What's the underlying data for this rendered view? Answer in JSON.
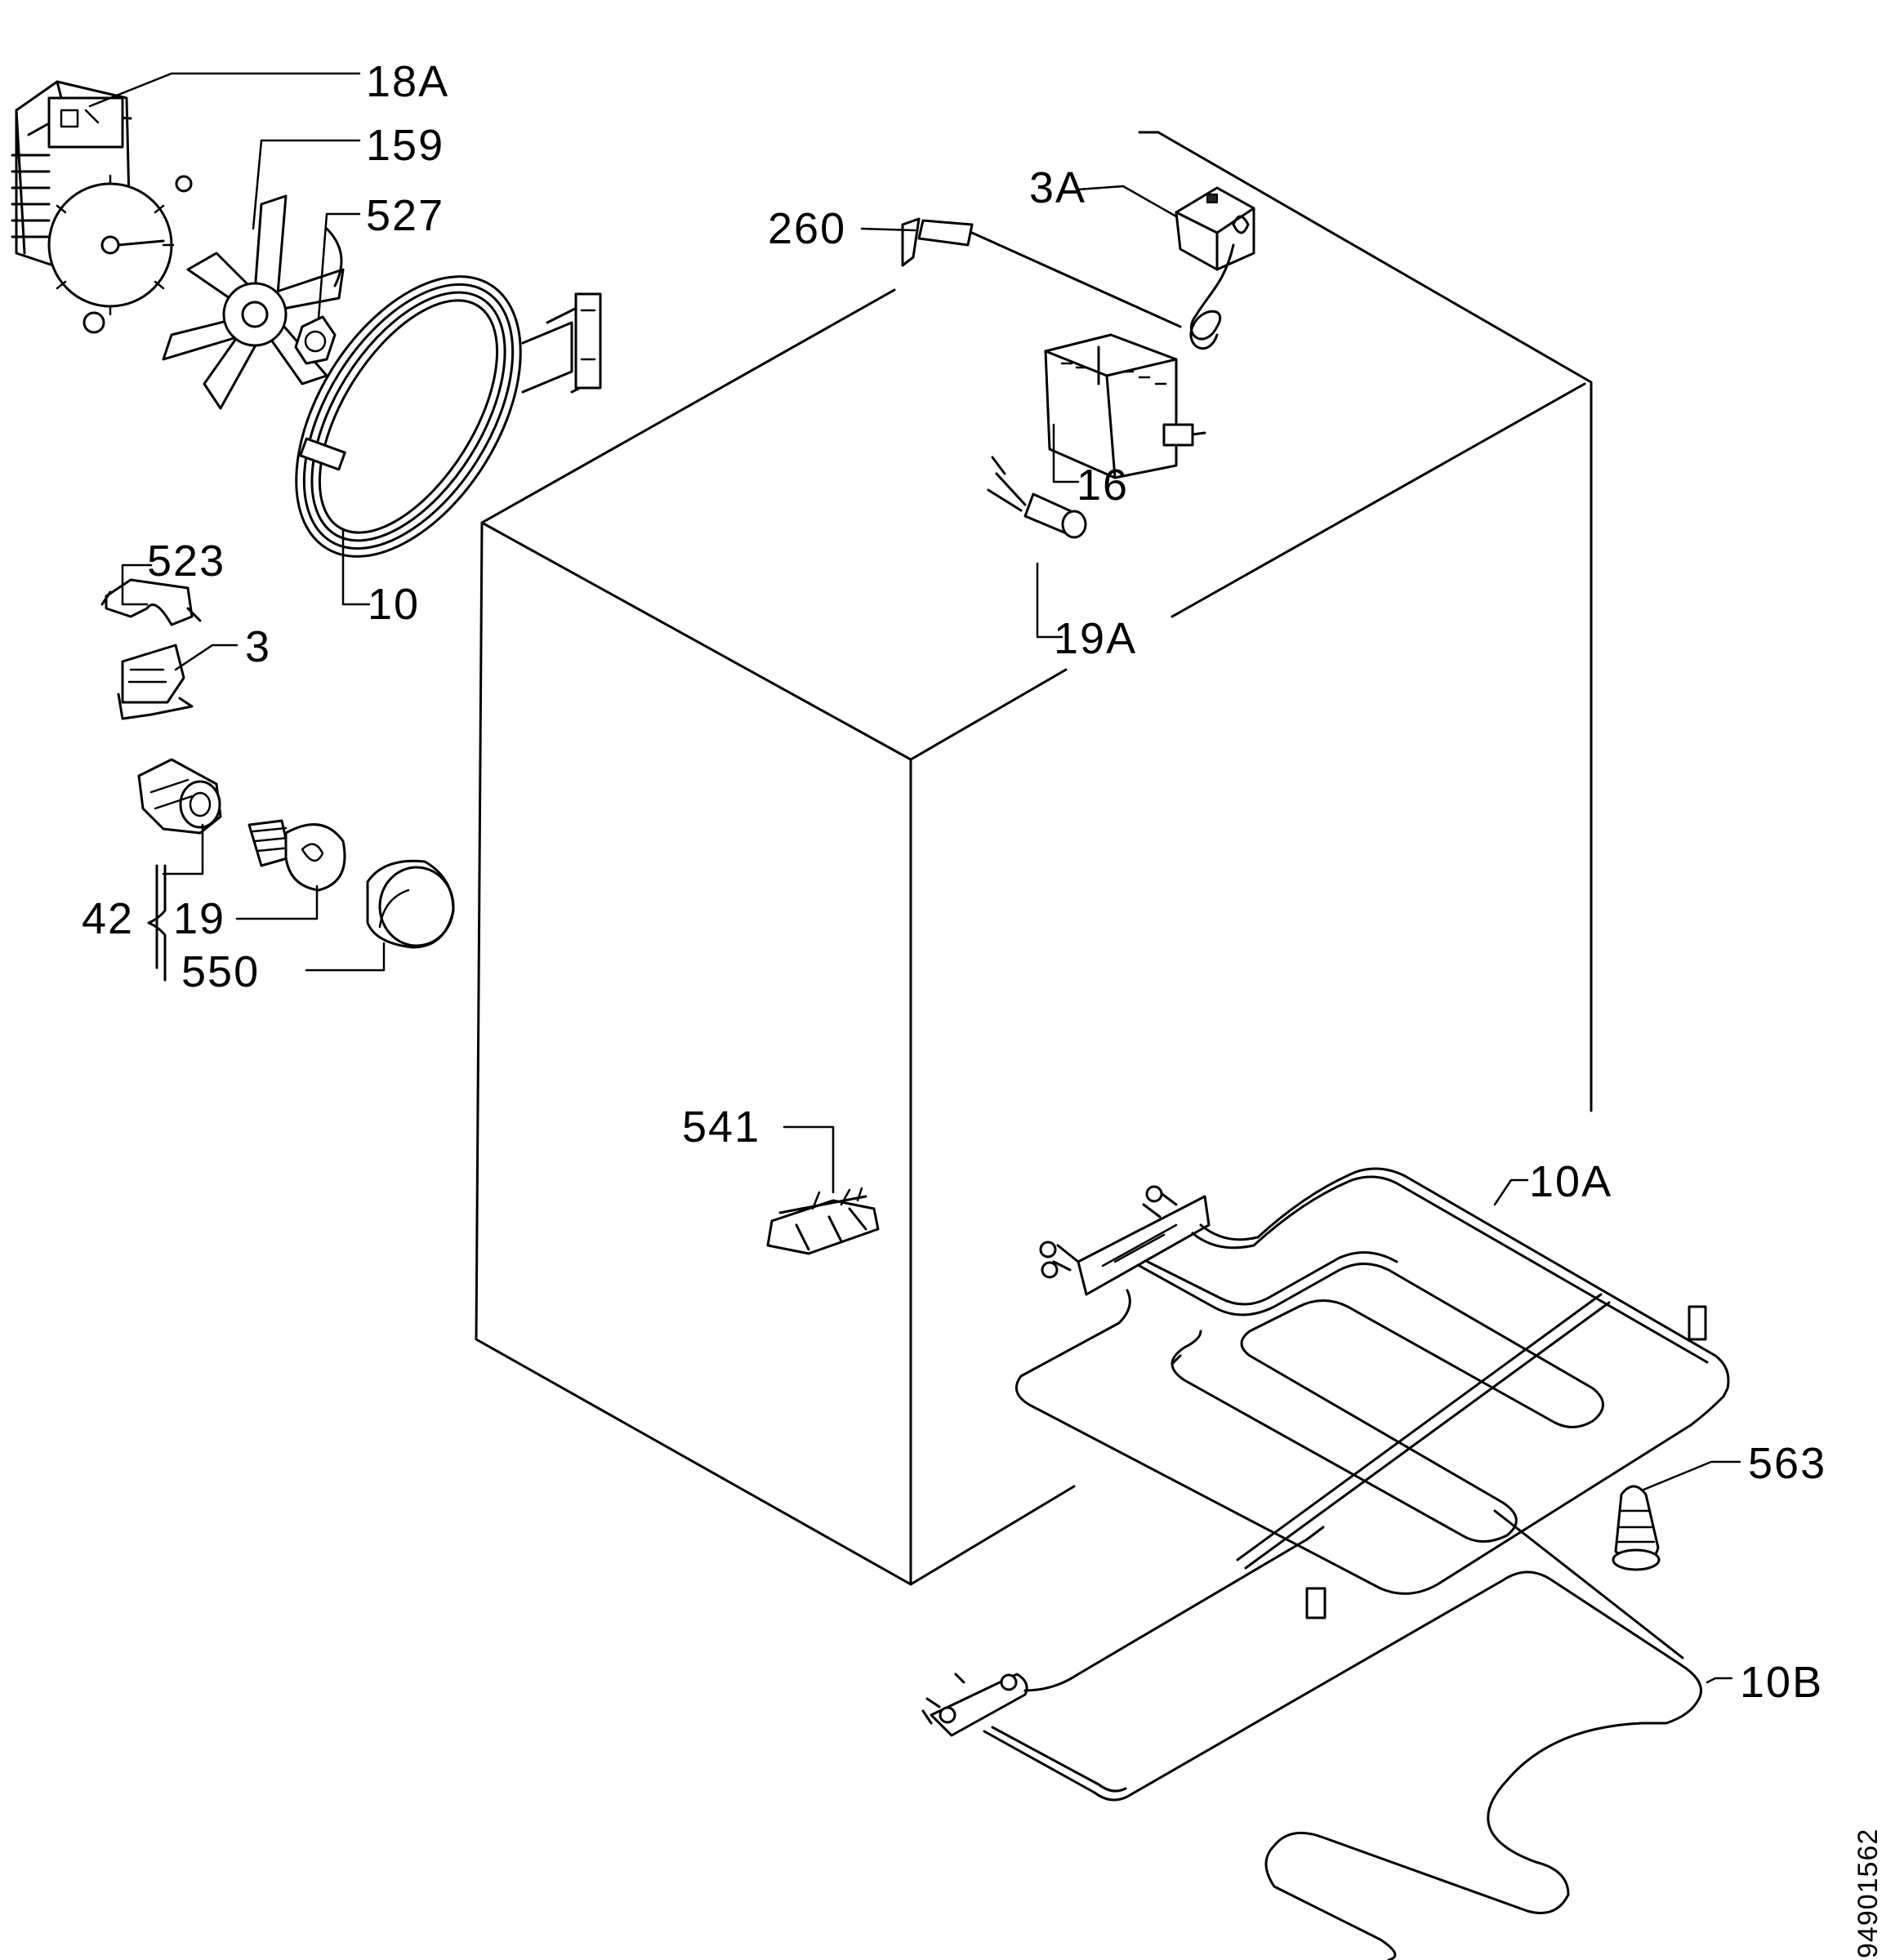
{
  "labels": {
    "p18A": "18A",
    "p159": "159",
    "p527": "527",
    "p260": "260",
    "p3A": "3A",
    "p16": "16",
    "p19A": "19A",
    "p523": "523",
    "p3": "3",
    "p10": "10",
    "p42": "42",
    "p19": "19",
    "p550": "550",
    "p541": "541",
    "p10A": "10A",
    "p563": "563",
    "p10B": "10B"
  },
  "document_number": "94901562"
}
